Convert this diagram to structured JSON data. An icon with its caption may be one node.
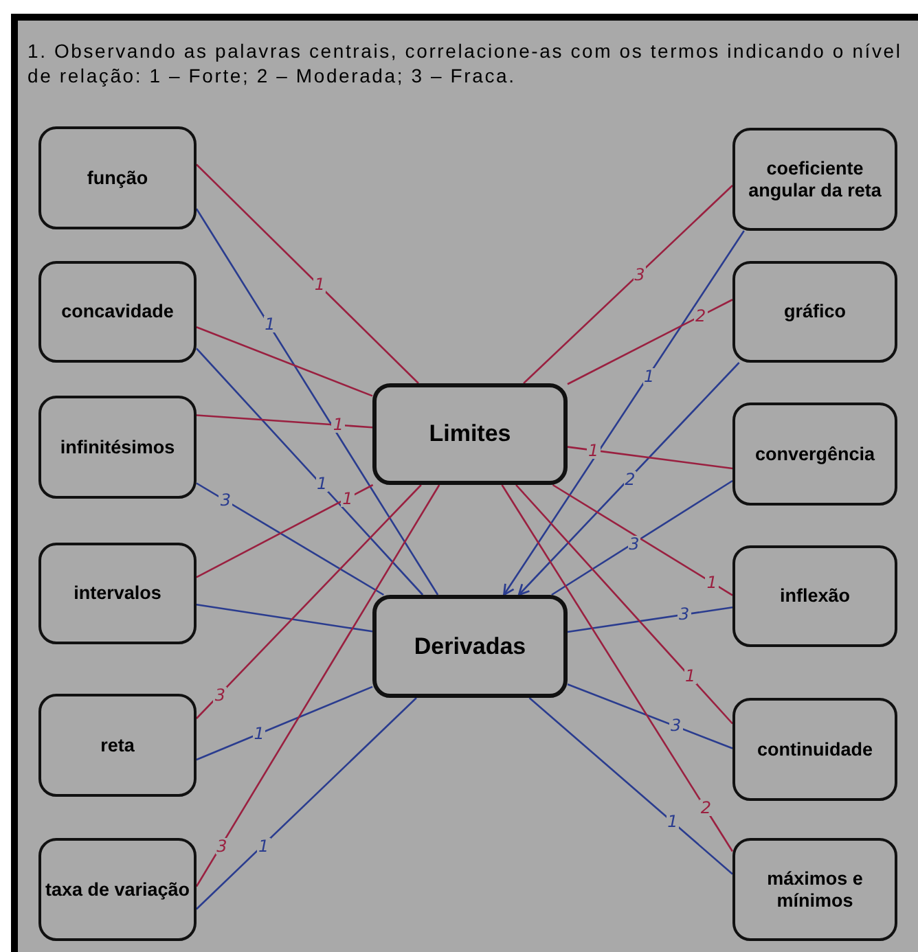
{
  "diagram": {
    "title": "1. Observando as palavras centrais, correlacione-as com os termos indicando o nível de relação: 1 – Forte; 2 – Moderada; 3 – Fraca.",
    "nodes": [
      {
        "text": [
          "função"
        ]
      },
      {
        "text": [
          "concavidade"
        ]
      },
      {
        "text": [
          "infinitésimos"
        ]
      },
      {
        "text": [
          "intervalos"
        ]
      },
      {
        "text": [
          "reta"
        ]
      },
      {
        "text": [
          "taxa de variação"
        ]
      },
      {
        "text": [
          "Limites"
        ]
      },
      {
        "text": [
          "Derivadas"
        ]
      },
      {
        "text": [
          "coeficiente angular da reta"
        ]
      },
      {
        "text": [
          "gráfico"
        ]
      },
      {
        "text": [
          "convergência"
        ]
      },
      {
        "text": [
          "inflexão"
        ]
      },
      {
        "text": [
          "continuidade"
        ]
      },
      {
        "text": [
          "máximos e mínimos"
        ]
      }
    ],
    "edges": [
      {
        "from": 0,
        "to": 6,
        "arrow": "none",
        "label": "1",
        "color": "#9a2040"
      },
      {
        "from": 0,
        "to": 7,
        "arrow": "none",
        "label": "1",
        "color": "#2a3c8f"
      },
      {
        "from": 1,
        "to": 6,
        "arrow": "none",
        "color": "#9a2040"
      },
      {
        "from": 1,
        "to": 7,
        "arrow": "none",
        "label": "1",
        "color": "#2a3c8f"
      },
      {
        "from": 2,
        "to": 6,
        "arrow": "none",
        "label": "1",
        "color": "#9a2040"
      },
      {
        "from": 2,
        "to": 7,
        "arrow": "none",
        "label": "3",
        "color": "#2a3c8f"
      },
      {
        "from": 3,
        "to": 6,
        "arrow": "none",
        "label": "1",
        "color": "#9a2040"
      },
      {
        "from": 3,
        "to": 7,
        "arrow": "none",
        "color": "#2a3c8f"
      },
      {
        "from": 4,
        "to": 6,
        "arrow": "none",
        "label": "3",
        "color": "#9a2040"
      },
      {
        "from": 4,
        "to": 7,
        "arrow": "none",
        "label": "1",
        "color": "#2a3c8f"
      },
      {
        "from": 5,
        "to": 6,
        "arrow": "none",
        "label": "3",
        "color": "#9a2040"
      },
      {
        "from": 5,
        "to": 7,
        "arrow": "none",
        "label": "1",
        "color": "#2a3c8f"
      },
      {
        "from": 8,
        "to": 6,
        "arrow": "none",
        "label": "3",
        "color": "#9a2040"
      },
      {
        "from": 8,
        "to": 7,
        "arrow": "to",
        "label": "1",
        "color": "#2a3c8f"
      },
      {
        "from": 9,
        "to": 6,
        "arrow": "none",
        "label": "2",
        "color": "#9a2040"
      },
      {
        "from": 9,
        "to": 7,
        "arrow": "to",
        "label": "2",
        "color": "#2a3c8f"
      },
      {
        "from": 10,
        "to": 6,
        "arrow": "none",
        "label": "1",
        "color": "#9a2040"
      },
      {
        "from": 10,
        "to": 7,
        "arrow": "none",
        "label": "3",
        "color": "#2a3c8f"
      },
      {
        "from": 11,
        "to": 6,
        "arrow": "none",
        "label": "1",
        "color": "#9a2040"
      },
      {
        "from": 11,
        "to": 7,
        "arrow": "none",
        "label": "3",
        "color": "#2a3c8f"
      },
      {
        "from": 12,
        "to": 6,
        "arrow": "none",
        "label": "1",
        "color": "#9a2040"
      },
      {
        "from": 12,
        "to": 7,
        "arrow": "none",
        "label": "3",
        "color": "#2a3c8f"
      },
      {
        "from": 13,
        "to": 6,
        "arrow": "none",
        "label": "2",
        "color": "#9a2040"
      },
      {
        "from": 13,
        "to": 7,
        "arrow": "none",
        "label": "1",
        "color": "#2a3c8f"
      }
    ]
  }
}
